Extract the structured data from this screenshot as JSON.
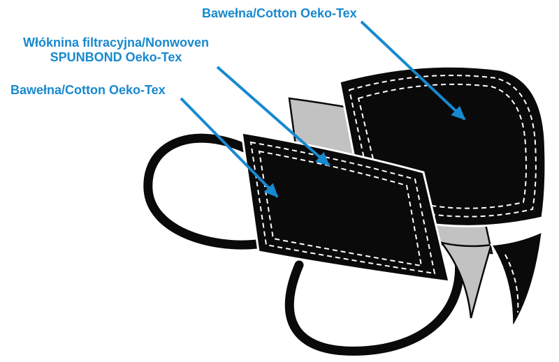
{
  "labels": {
    "outer_cotton": "Bawełna/Cotton Oeko-Tex",
    "filter_line1": "Włóknina filtracyjna/Nonwoven",
    "filter_line2": "SPUNBOND Oeko-Tex",
    "inner_cotton": "Bawełna/Cotton Oeko-Tex"
  },
  "colors": {
    "accent": "#1789cf",
    "fabric_black": "#0a0a0a",
    "fabric_gray": "#c2c2c2",
    "stitch_white": "#ffffff",
    "background": "#ffffff"
  }
}
